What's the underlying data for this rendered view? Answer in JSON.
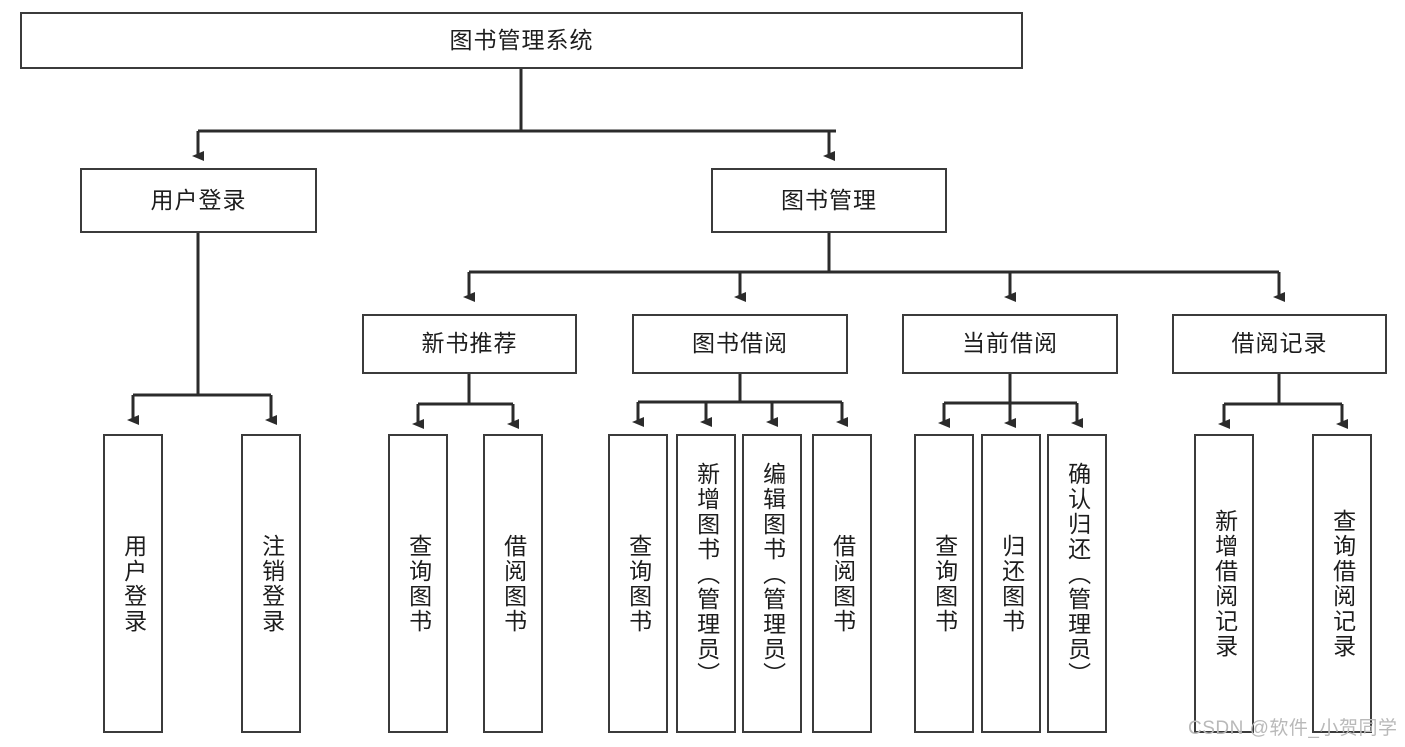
{
  "diagram": {
    "type": "tree-hierarchy-flowchart",
    "title": "图书管理系统",
    "root": {
      "id": "root",
      "label": "图书管理系统"
    },
    "level1": [
      {
        "id": "user-login",
        "label": "用户登录"
      },
      {
        "id": "book-management",
        "label": "图书管理"
      }
    ],
    "level2": [
      {
        "id": "new-book-recommend",
        "label": "新书推荐",
        "parent": "book-management"
      },
      {
        "id": "book-borrow",
        "label": "图书借阅",
        "parent": "book-management"
      },
      {
        "id": "current-borrow",
        "label": "当前借阅",
        "parent": "book-management"
      },
      {
        "id": "borrow-record",
        "label": "借阅记录",
        "parent": "book-management"
      }
    ],
    "leaves": {
      "user_login": [
        {
          "id": "leaf-user-login",
          "label": "用户登录"
        },
        {
          "id": "leaf-logout-login",
          "label": "注销登录"
        }
      ],
      "new_book_recommend": [
        {
          "id": "leaf-query-book-1",
          "label": "查询图书"
        },
        {
          "id": "leaf-borrow-book-1",
          "label": "借阅图书"
        }
      ],
      "book_borrow": [
        {
          "id": "leaf-query-book-2",
          "label": "查询图书"
        },
        {
          "id": "leaf-add-book",
          "label": "新增图书（管理员）"
        },
        {
          "id": "leaf-edit-book",
          "label": "编辑图书（管理员）"
        },
        {
          "id": "leaf-borrow-book-2",
          "label": "借阅图书"
        }
      ],
      "current_borrow": [
        {
          "id": "leaf-query-book-3",
          "label": "查询图书"
        },
        {
          "id": "leaf-return-book",
          "label": "归还图书"
        },
        {
          "id": "leaf-confirm-return",
          "label": "确认归还（管理员）"
        }
      ],
      "borrow_record": [
        {
          "id": "leaf-add-record",
          "label": "新增借阅记录"
        },
        {
          "id": "leaf-query-record",
          "label": "查询借阅记录"
        }
      ]
    }
  },
  "watermark": {
    "text": "CSDN @软件_小贺同学"
  },
  "colors": {
    "box_border": "#3b3b3b",
    "box_fill": "#ffffff",
    "connector": "#2b2b2b",
    "text": "#1d1d1d",
    "watermark": "#b9b9b9",
    "background": "#ffffff"
  }
}
